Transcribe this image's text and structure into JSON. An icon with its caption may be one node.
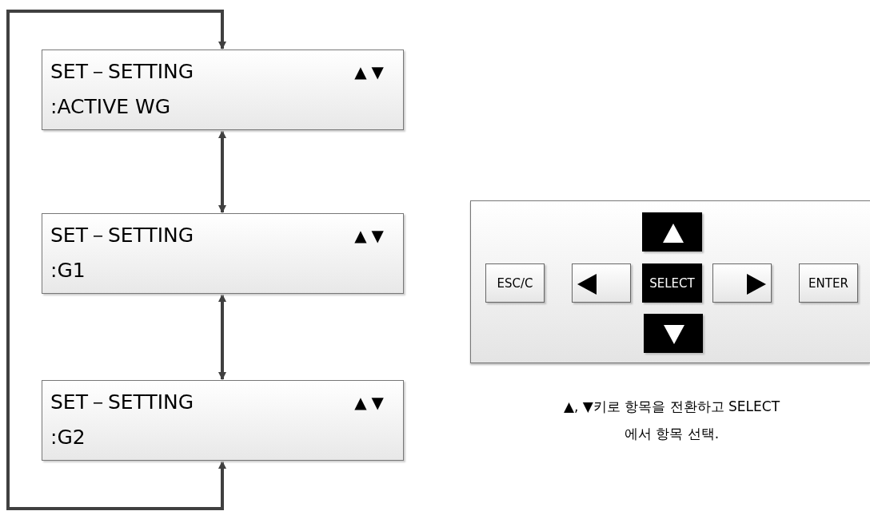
{
  "diagram": {
    "nodes": [
      {
        "text": [
          "SET－SETTING",
          "▲▼",
          ":ACTIVE  WG"
        ]
      },
      {
        "text": [
          "SET－SETTING",
          "▲▼",
          ":G1"
        ]
      },
      {
        "text": [
          "SET－SETTING",
          "▲▼",
          ":G2"
        ]
      },
      {
        "text": [],
        "shape": "box",
        "beside": [
          "▲, ▼키로 항목을 전환하고 SELECT 에서 항목 선택."
        ]
      },
      {
        "text": [],
        "shape": "box",
        "in": 3
      },
      {
        "text": [
          "ESC/C"
        ],
        "in": 3
      },
      {
        "text": [],
        "shape": "box",
        "in": 3
      },
      {
        "text": [
          "SELECT"
        ],
        "in": 3
      },
      {
        "text": [],
        "shape": "box",
        "in": 3
      },
      {
        "text": [
          "ENTER"
        ],
        "in": 3
      },
      {
        "text": [],
        "shape": "box",
        "in": 3
      }
    ],
    "edges": [
      {
        "from": 0,
        "to": 1,
        "arrow": "both"
      },
      {
        "from": 1,
        "to": 2,
        "arrow": "both"
      },
      {
        "from": 2,
        "to": 0,
        "arrow": "both"
      }
    ]
  }
}
